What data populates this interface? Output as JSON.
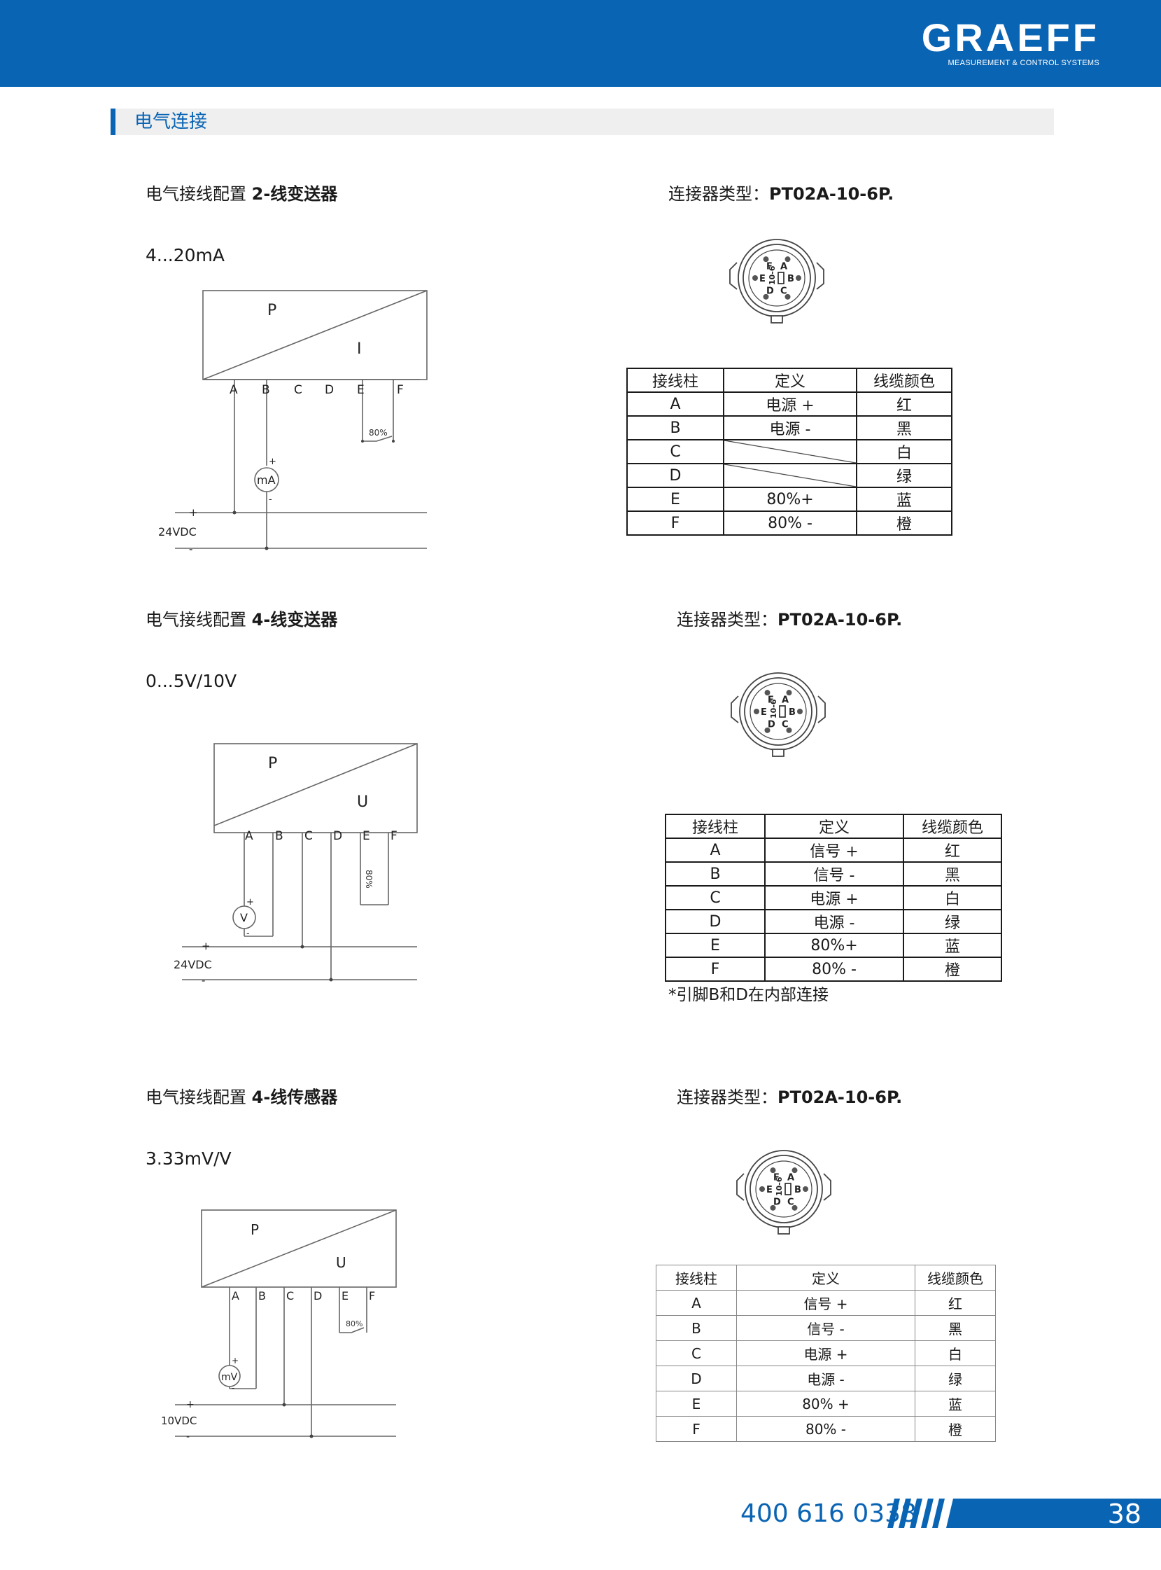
{
  "header": {
    "brand": "GRAEFF",
    "tagline": "MEASUREMENT & CONTROL SYSTEMS",
    "color": "#0a64b4"
  },
  "section_title": "电气连接",
  "pin_header": {
    "pin": "接线柱",
    "definition": "定义",
    "color": "线缆颜色"
  },
  "configs": [
    {
      "title_prefix": "电气接线配置 ",
      "title_bold": "2-线变送器",
      "signal": "4...20mA",
      "connector_label": "连接器类型：",
      "connector_type": "PT02A-10-6P.",
      "diagram": {
        "top_label": "P",
        "bottom_label": "I",
        "pins": [
          "A",
          "B",
          "C",
          "D",
          "E",
          "F"
        ],
        "switch_label": "80%",
        "meter": "mA",
        "supply": "24VDC",
        "plus": "+",
        "minus": "-"
      },
      "rows": [
        {
          "pin": "A",
          "definition": "电源 +",
          "color": "红"
        },
        {
          "pin": "B",
          "definition": "电源 -",
          "color": "黑"
        },
        {
          "pin": "C",
          "definition": "",
          "color": "白"
        },
        {
          "pin": "D",
          "definition": "",
          "color": "绿"
        },
        {
          "pin": "E",
          "definition": "80%+",
          "color": "蓝"
        },
        {
          "pin": "F",
          "definition": "80% -",
          "color": "橙"
        }
      ]
    },
    {
      "title_prefix": "电气接线配置 ",
      "title_bold": "4-线变送器",
      "signal": "0...5V/10V",
      "connector_label": "连接器类型：",
      "connector_type": "PT02A-10-6P.",
      "diagram": {
        "top_label": "P",
        "bottom_label": "U",
        "pins": [
          "A",
          "B",
          "C",
          "D",
          "E",
          "F"
        ],
        "switch_label": "80%",
        "meter": "V",
        "supply": "24VDC",
        "plus": "+",
        "minus": "-"
      },
      "rows": [
        {
          "pin": "A",
          "definition": "信号 +",
          "color": "红"
        },
        {
          "pin": "B",
          "definition": "信号 -",
          "color": "黑"
        },
        {
          "pin": "C",
          "definition": "电源 +",
          "color": "白"
        },
        {
          "pin": "D",
          "definition": "电源 -",
          "color": "绿"
        },
        {
          "pin": "E",
          "definition": "80%+",
          "color": "蓝"
        },
        {
          "pin": "F",
          "definition": "80% -",
          "color": "橙"
        }
      ],
      "note": "*引脚B和D在内部连接"
    },
    {
      "title_prefix": "电气接线配置 ",
      "title_bold": "4-线传感器",
      "signal": "3.33mV/V",
      "connector_label": "连接器类型：",
      "connector_type": "PT02A-10-6P.",
      "diagram": {
        "top_label": "P",
        "bottom_label": "U",
        "pins": [
          "A",
          "B",
          "C",
          "D",
          "E",
          "F"
        ],
        "switch_label": "80%",
        "meter": "mV",
        "supply": "10VDC",
        "plus": "+",
        "minus": "-"
      },
      "rows": [
        {
          "pin": "A",
          "definition": "信号 +",
          "color": "红"
        },
        {
          "pin": "B",
          "definition": "信号 -",
          "color": "黑"
        },
        {
          "pin": "C",
          "definition": "电源 +",
          "color": "白"
        },
        {
          "pin": "D",
          "definition": "电源 -",
          "color": "绿"
        },
        {
          "pin": "E",
          "definition": "80% +",
          "color": "蓝"
        },
        {
          "pin": "F",
          "definition": "80% -",
          "color": "橙"
        }
      ]
    }
  ],
  "connector_face": {
    "letters": [
      "F",
      "A",
      "E",
      "B",
      "D",
      "C"
    ],
    "code": "10-6"
  },
  "footer": {
    "phone": "400 616 0338",
    "page_number": "38"
  }
}
